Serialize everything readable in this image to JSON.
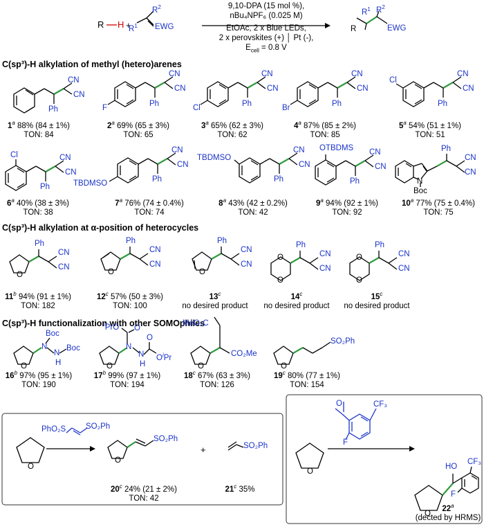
{
  "scheme": {
    "R": "R",
    "H": "H",
    "plus": "+",
    "R1": "R",
    "R1_sup": "1",
    "R2": "R",
    "R2_sup": "2",
    "EWG": "EWG",
    "cond1": "9,10-DPA (15 mol %),",
    "cond2": "nBu₄NPF₆ (0.025 M)",
    "cond3": "EtOAc, 2 x Blue LEDs,",
    "cond4": "2 x perovskites (+) │ Pt (-),",
    "cond5": "E",
    "cond5_sub": "cell",
    "cond5_rest": " = 0.8 V",
    "prod_R": "R",
    "prod_R1": "R",
    "prod_R1_sup": "1",
    "prod_R2": "R",
    "prod_R2_sup": "2",
    "prod_EWG": "EWG"
  },
  "sections": {
    "s1": "C(sp³)-H alkylation of methyl (hetero)arenes",
    "s2": "C(sp³)-H alkylation at α-position of heterocycles",
    "s3": "C(sp³)-H functionalization with other SOMOphiles"
  },
  "labels": {
    "CN": "CN",
    "Ph": "Ph",
    "F": "F",
    "Cl": "Cl",
    "Br": "Br",
    "TBDMSO": "TBDMSO",
    "OTBDMS": "OTBDMS",
    "N": "N",
    "Boc": "Boc",
    "O": "O",
    "NH": "H",
    "iPrO": "PrO",
    "OiPr": "O",
    "iPr": "Pr",
    "i": "i",
    "MeO2C": "MeO₂C",
    "CO2Me": "CO₂Me",
    "SO2Ph": "SO₂Ph",
    "PhO2S": "PhO₂S",
    "HO": "HO",
    "CF3": "CF₃"
  },
  "compounds": [
    {
      "num": "1",
      "sup": "a",
      "yield": " 88% (84 ± 1%)",
      "ton": "TON: 84"
    },
    {
      "num": "2",
      "sup": "a",
      "yield": " 69% (65 ± 3%)",
      "ton": "TON: 65"
    },
    {
      "num": "3",
      "sup": "a",
      "yield": " 65% (62 ± 3%)",
      "ton": "TON: 62"
    },
    {
      "num": "4",
      "sup": "a",
      "yield": " 87% (85 ± 2%)",
      "ton": "TON: 85"
    },
    {
      "num": "5",
      "sup": "a",
      "yield": " 54% (51 ± 1%)",
      "ton": "TON: 51"
    },
    {
      "num": "6",
      "sup": "a",
      "yield": " 40% (38 ± 3%)",
      "ton": "TON: 38"
    },
    {
      "num": "7",
      "sup": "a",
      "yield": " 76% (74 ± 0.4%)",
      "ton": "TON: 74"
    },
    {
      "num": "8",
      "sup": "a",
      "yield": " 43% (42 ± 0.2%)",
      "ton": "TON: 42"
    },
    {
      "num": "9",
      "sup": "a",
      "yield": " 94% (92 ± 1%)",
      "ton": "TON: 92"
    },
    {
      "num": "10",
      "sup": "a",
      "yield": " 77% (75 ± 0.4%)",
      "ton": "TON: 75"
    },
    {
      "num": "11",
      "sup": "b",
      "yield": " 94% (91 ± 1%)",
      "ton": "TON: 182"
    },
    {
      "num": "12",
      "sup": "c",
      "yield": " 57% (50 ± 3%)",
      "ton": "TON: 100"
    },
    {
      "num": "13",
      "sup": "c",
      "yield": "",
      "ton": "no desired product"
    },
    {
      "num": "14",
      "sup": "c",
      "yield": "",
      "ton": "no desired product"
    },
    {
      "num": "15",
      "sup": "c",
      "yield": "",
      "ton": "no desired product"
    },
    {
      "num": "16",
      "sup": "b",
      "yield": " 97% (95 ± 1%)",
      "ton": "TON: 190"
    },
    {
      "num": "17",
      "sup": "b",
      "yield": " 99% (97 ± 1%)",
      "ton": "TON: 194"
    },
    {
      "num": "18",
      "sup": "c",
      "yield": " 67% (63 ± 3%)",
      "ton": "TON: 126"
    },
    {
      "num": "19",
      "sup": "c",
      "yield": " 80% (77 ± 1%)",
      "ton": "TON: 154"
    },
    {
      "num": "20",
      "sup": "c",
      "yield": " 24% (21 ± 2%)",
      "ton": "TON: 42"
    },
    {
      "num": "21",
      "sup": "c",
      "yield": " 35%",
      "ton": ""
    },
    {
      "num": "22",
      "sup": "a",
      "yield": "",
      "ton": "(dected by HRMS)"
    }
  ],
  "colors": {
    "highlight_bond": "#2e9a3c",
    "reagent_blue": "#1a33c8",
    "h_red": "#d10000"
  }
}
